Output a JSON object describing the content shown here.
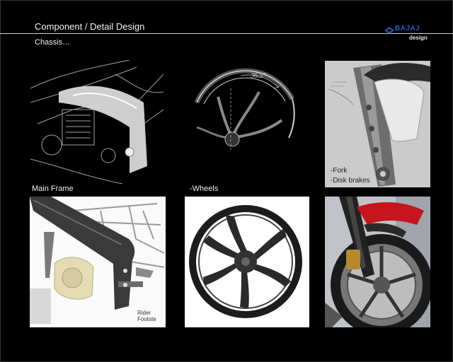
{
  "header": {
    "title": "Component / Detail Design",
    "brand": "BAJAJ",
    "brand_sub": "design",
    "colors": {
      "brand_blue": "#1f5fbf",
      "rule": "#cfcfcf",
      "fork_red": "#c4161c"
    }
  },
  "section": {
    "label": "Chassis…"
  },
  "captions": {
    "main_frame": "Main Frame",
    "wheels": "-Wheels",
    "fork": "-Fork",
    "disk_brakes": "-Disk brakes",
    "footrest": "Rider Footste",
    "angle": "36.5°"
  }
}
